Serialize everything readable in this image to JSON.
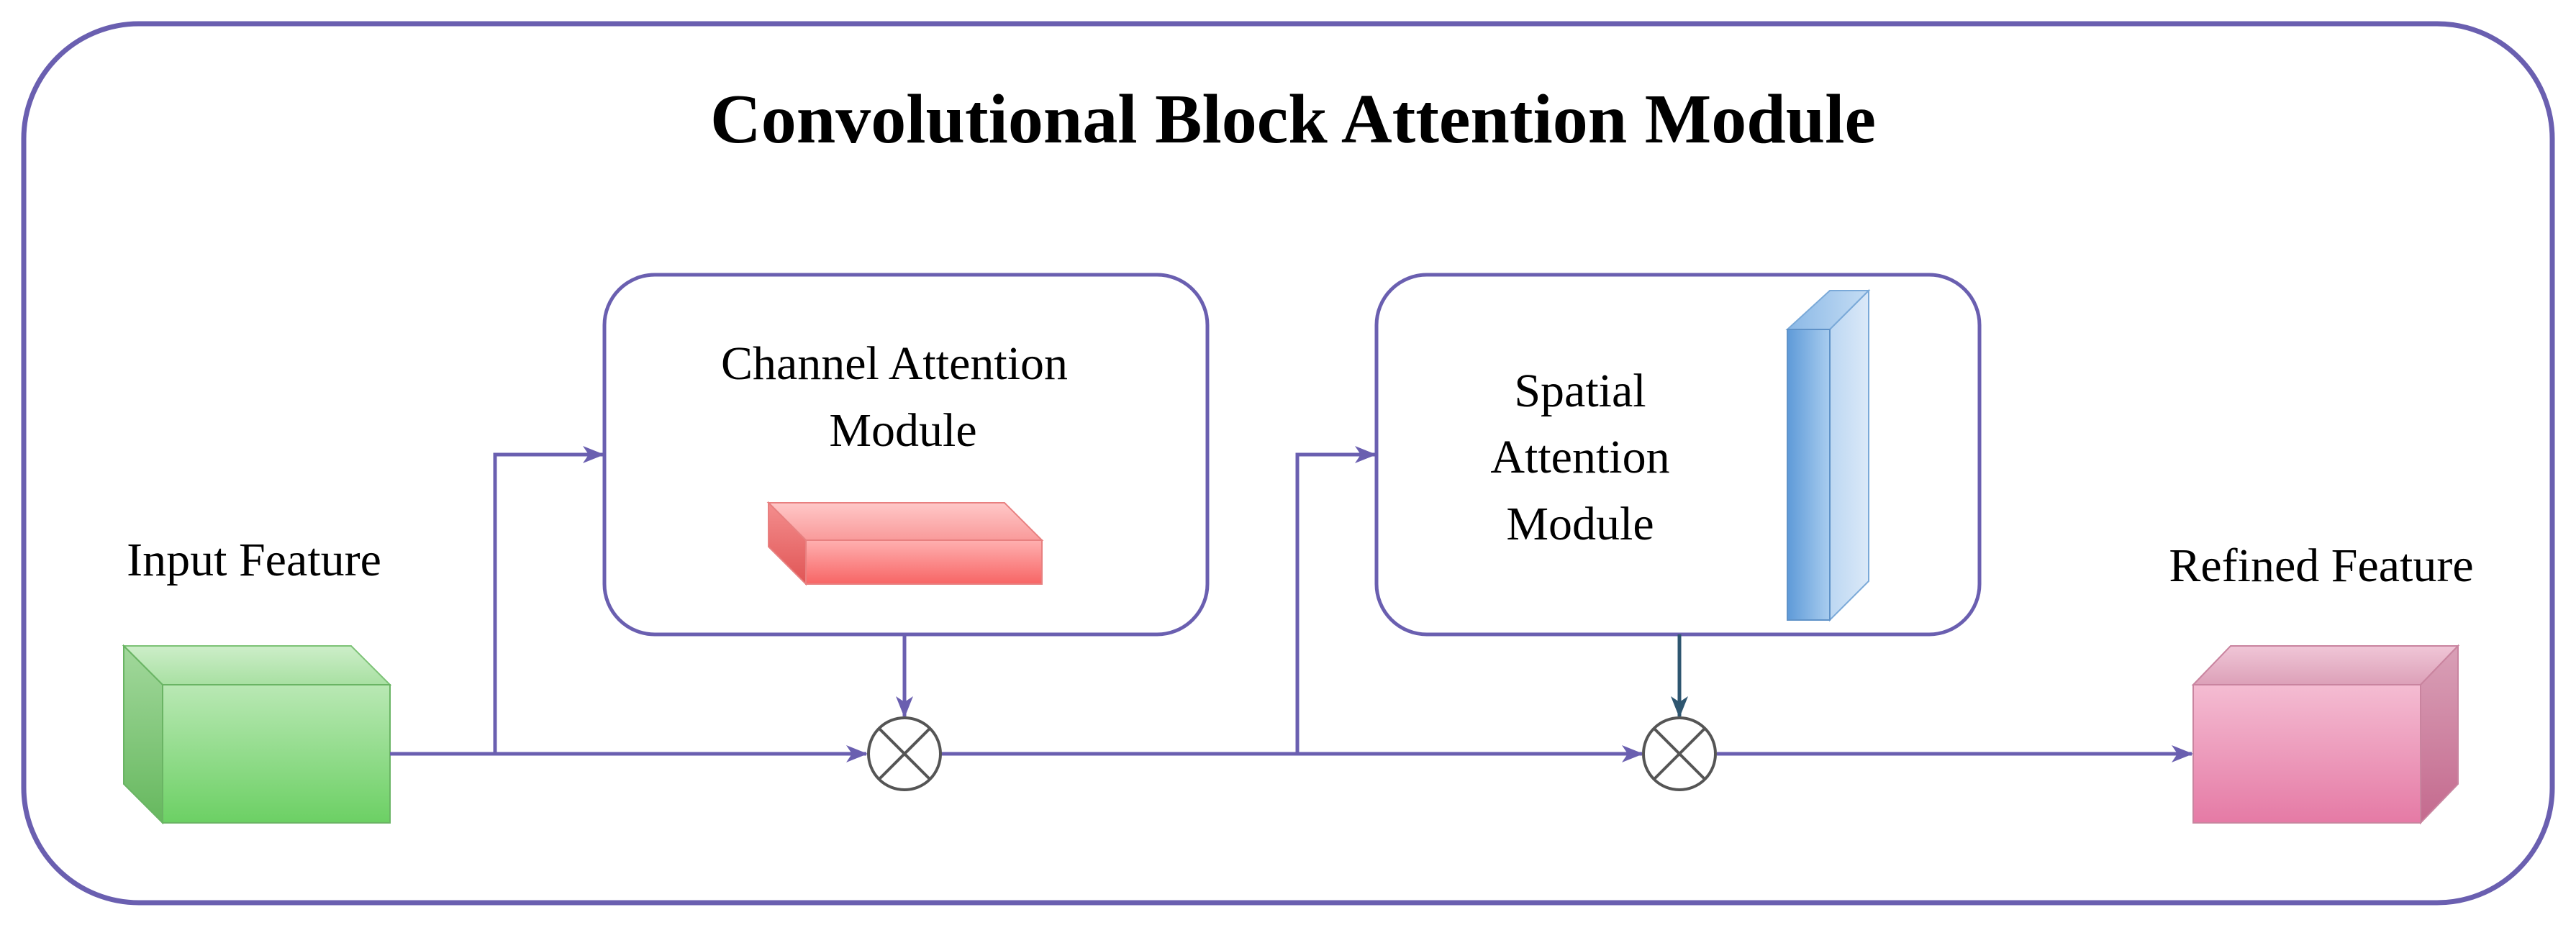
{
  "title": "Convolutional Block Attention Module",
  "input_label": "Input Feature",
  "output_label": "Refined Feature",
  "channel_module": {
    "line1": "Channel Attention",
    "line2": "Module"
  },
  "spatial_module": {
    "line1": "Spatial",
    "line2": "Attention",
    "line3": "Module"
  },
  "colors": {
    "frame": "#6a5fb0",
    "arrow": "#6a5fb0",
    "arrow_dark": "#2e5670",
    "input_cube": "#7fd47a",
    "channel_block": "#f57a7a",
    "spatial_block": "#6ea6dc",
    "output_cube": "#e77aa6"
  }
}
